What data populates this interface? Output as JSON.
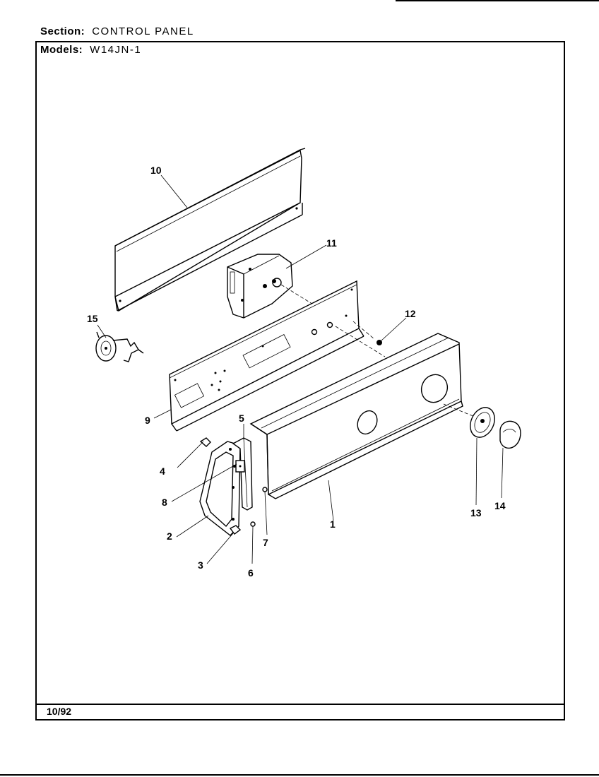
{
  "header": {
    "section_label": "Section:",
    "section_value": "CONTROL PANEL",
    "models_label": "Models:",
    "models_value": "W14JN-1"
  },
  "footer": {
    "date_code": "10/92"
  },
  "callouts": [
    "1",
    "2",
    "3",
    "4",
    "5",
    "6",
    "7",
    "8",
    "9",
    "10",
    "11",
    "12",
    "13",
    "14",
    "15"
  ]
}
